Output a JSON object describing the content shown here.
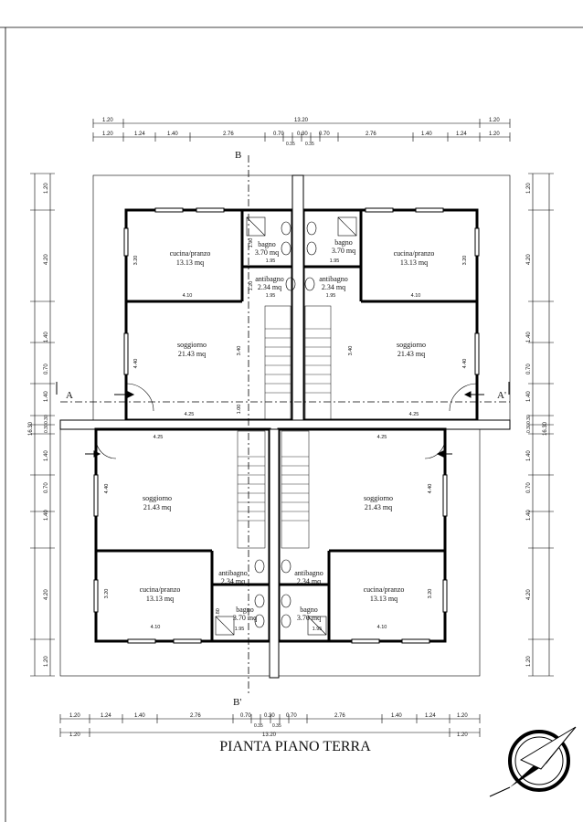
{
  "title": "PIANTA PIANO TERRA",
  "section_labels": {
    "A": "A",
    "A_prime": "A'",
    "B": "B",
    "B_prime": "B'"
  },
  "dimensions": {
    "top_overall": [
      "1.20",
      "13.20",
      "1.20"
    ],
    "top_detail": [
      "1.20",
      "1.24",
      "1.40",
      "2.76",
      "0.70",
      "0.30",
      "0.70",
      "2.76",
      "1.40",
      "1.24",
      "1.20"
    ],
    "top_small": [
      "0.35",
      "0.35"
    ],
    "bottom_detail": [
      "1.20",
      "1.24",
      "1.40",
      "2.76",
      "0.70",
      "0.30",
      "0.70",
      "2.76",
      "1.40",
      "1.24",
      "1.20"
    ],
    "bottom_small": [
      "0.35",
      "0.35"
    ],
    "bottom_overall": [
      "1.20",
      "13.20",
      "1.20"
    ],
    "left_upper": [
      "1.20",
      "4.20",
      "1.40",
      "0.70",
      "1.40",
      "0.30"
    ],
    "left_lower": [
      "0.30",
      "1.40",
      "0.70",
      "1.40",
      "4.20",
      "1.20"
    ],
    "right_upper": [
      "1.20",
      "4.20",
      "1.40",
      "0.70",
      "1.40",
      "0.30"
    ],
    "right_lower": [
      "0.30",
      "1.40",
      "0.70",
      "1.40",
      "4.20",
      "1.20"
    ],
    "total_height": "16.30"
  },
  "rooms": {
    "kitchen": {
      "name": "cucina/pranzo",
      "area": "13.13 mq"
    },
    "living": {
      "name": "soggiorno",
      "area": "21.43 mq"
    },
    "bath": {
      "name": "bagno",
      "area": "3.70 mq"
    },
    "antibath": {
      "name": "antibagno",
      "area": "2.34 mq"
    }
  },
  "room_dims": {
    "w410": "4.10",
    "w425": "4.25",
    "h320": "3.20",
    "h440": "4.40",
    "h340": "3.40",
    "w195": "1.95",
    "h100": "1.00",
    "h120": "1.20",
    "h190": "1.90",
    "h80": ".80"
  }
}
